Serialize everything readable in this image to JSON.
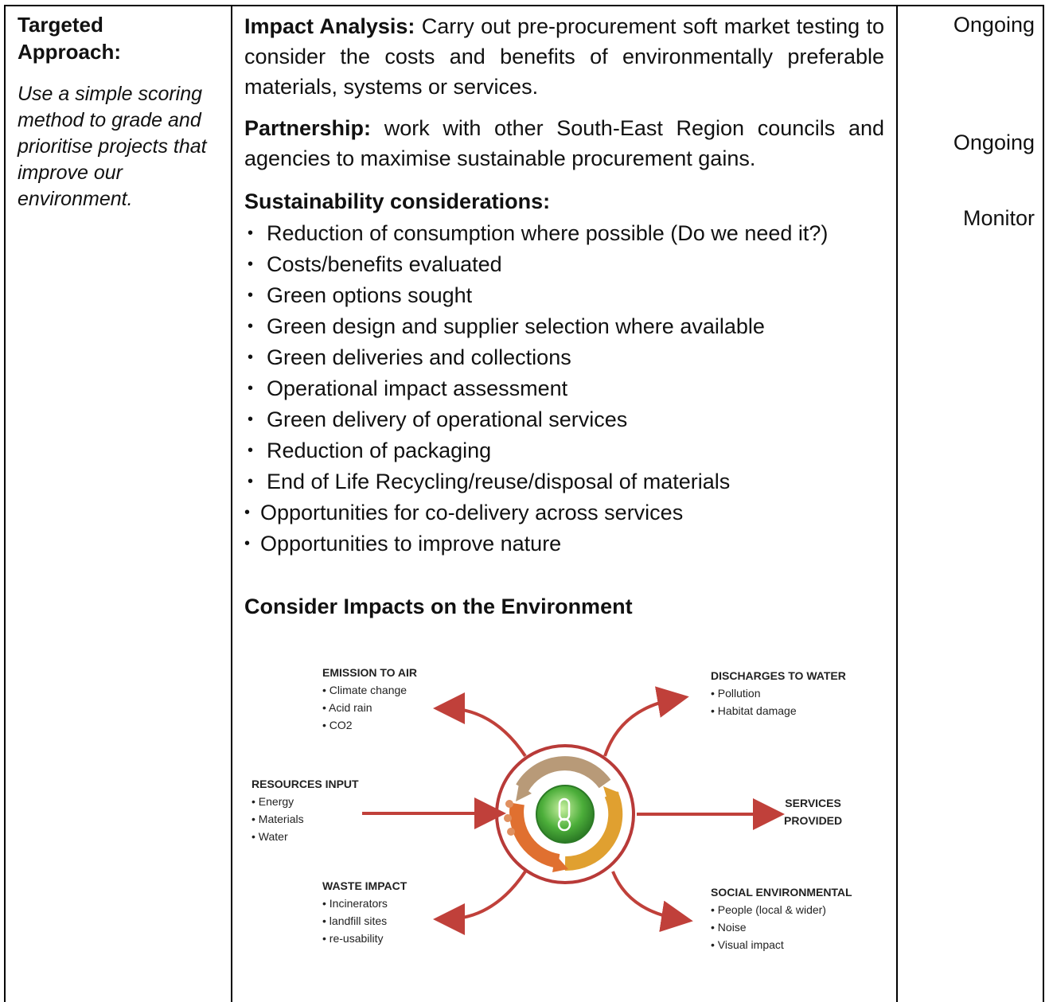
{
  "left": {
    "heading_line1": "Targeted",
    "heading_line2": "Approach:",
    "description": "Use a simple scoring method to grade and prioritise projects that improve our environment."
  },
  "middle": {
    "impact_title": "Impact Analysis:",
    "impact_text": " Carry out pre-procurement soft market testing to consider the costs and benefits of environmentally preferable materials, systems or services.",
    "partner_title": "Partnership:",
    "partner_text": " work with other South-East Region councils and agencies to maximise sustainable procurement gains.",
    "sustain_title": "Sustainability considerations:",
    "bullets": [
      "Reduction of consumption where possible (Do we need it?)",
      "Costs/benefits evaluated",
      "Green options sought",
      "Green design and supplier selection where available",
      "Green deliveries and collections",
      "Operational impact assessment",
      "Green delivery of operational services",
      "Reduction of packaging",
      "End of Life Recycling/reuse/disposal of materials",
      "Opportunities for co-delivery across services",
      "Opportunities to improve nature"
    ],
    "consider_title": "Consider Impacts on the Environment"
  },
  "status": {
    "s1": "Ongoing",
    "s2": "Ongoing",
    "s3": "Monitor"
  },
  "diagram": {
    "emission": {
      "title": "EMISSION TO AIR",
      "items": [
        "• Climate change",
        "• Acid rain",
        "• CO2"
      ]
    },
    "resources": {
      "title": "RESOURCES INPUT",
      "items": [
        "• Energy",
        "• Materials",
        "• Water"
      ]
    },
    "waste": {
      "title": "WASTE IMPACT",
      "items": [
        "• Incinerators",
        "• landfill sites",
        "• re-usability"
      ]
    },
    "discharges": {
      "title": "DISCHARGES TO WATER",
      "items": [
        "• Pollution",
        "• Habitat damage"
      ]
    },
    "services": {
      "line1": "SERVICES",
      "line2": "PROVIDED"
    },
    "social": {
      "title": "SOCIAL ENVIRONMENTAL",
      "items": [
        "• People (local & wider)",
        "• Noise",
        "• Visual impact"
      ]
    }
  }
}
